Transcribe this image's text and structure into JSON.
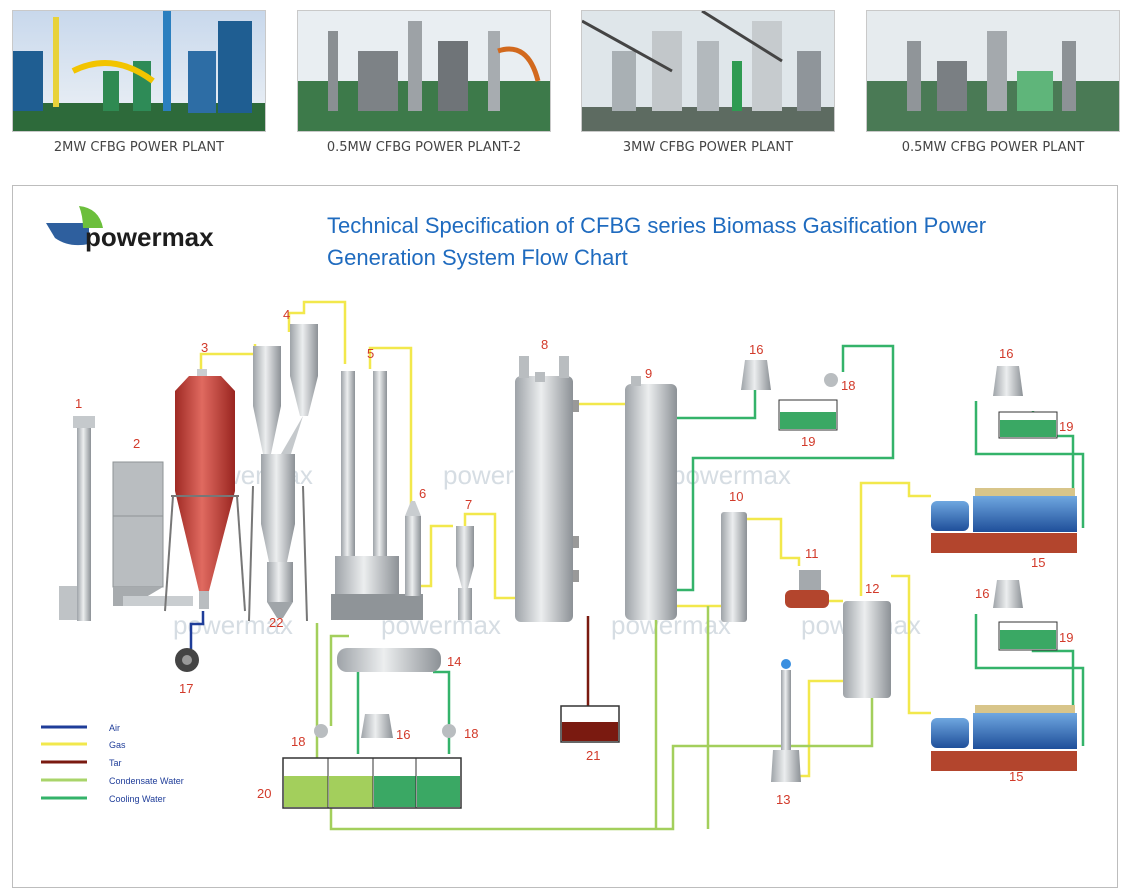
{
  "gallery": [
    {
      "caption": "2MW CFBG POWER PLANT"
    },
    {
      "caption": "0.5MW CFBG POWER PLANT-2"
    },
    {
      "caption": "3MW CFBG POWER PLANT"
    },
    {
      "caption": "0.5MW CFBG POWER PLANT"
    }
  ],
  "chart": {
    "brand": "powermax",
    "title_line1": "Technical Specification of CFBG series Biomass Gasification Power",
    "title_line2": "Generation System Flow Chart",
    "watermark": "powermax",
    "numbers": [
      "1",
      "2",
      "3",
      "4",
      "5",
      "6",
      "7",
      "8",
      "9",
      "10",
      "11",
      "12",
      "13",
      "14",
      "15",
      "15",
      "16",
      "16",
      "16",
      "16",
      "17",
      "18",
      "18",
      "18",
      "19",
      "19",
      "19",
      "20",
      "21",
      "22"
    ],
    "legend": [
      {
        "label": "Air",
        "color": "#1f3d99"
      },
      {
        "label": "Gas",
        "color": "#f2e84c"
      },
      {
        "label": "Tar",
        "color": "#7a1a10"
      },
      {
        "label": "Condensate Water",
        "color": "#a9d46a"
      },
      {
        "label": "Cooling Water",
        "color": "#34b36a"
      }
    ],
    "colors": {
      "title": "#1f6bbf",
      "number": "#d23a2a",
      "reactor": "#c0332b",
      "water": "#3aa864",
      "condensate": "#a3cf5c"
    }
  }
}
